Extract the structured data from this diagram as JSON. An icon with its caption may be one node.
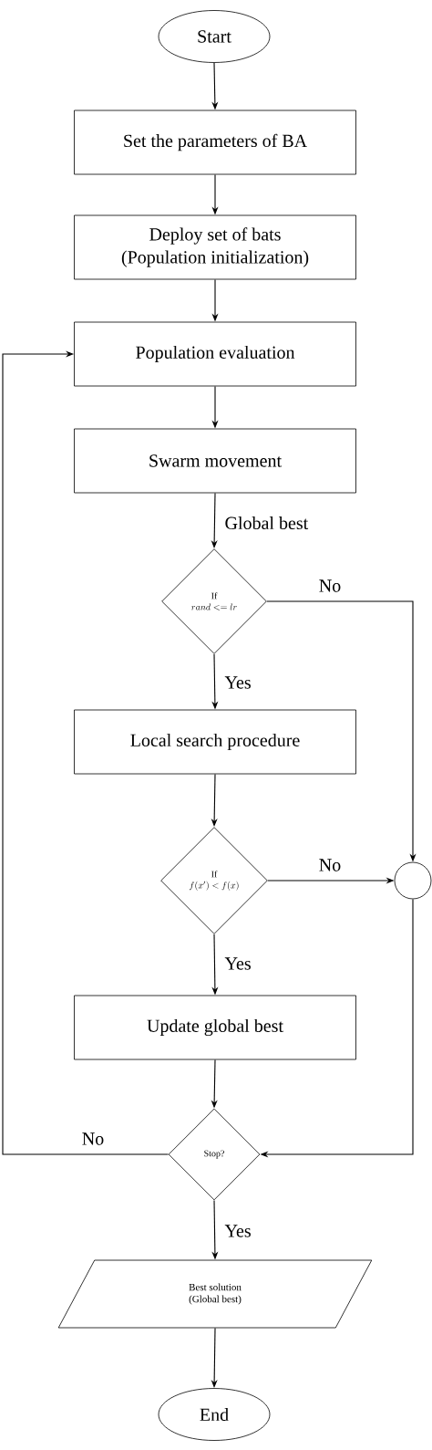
{
  "diagram": {
    "nodes": [
      {
        "text": [
          "Start"
        ]
      },
      {
        "text": [
          "Set the parameters of BA"
        ]
      },
      {
        "text": [
          "Deploy set of bats",
          "(Population initialization)"
        ]
      },
      {
        "text": [
          "Population evaluation"
        ]
      },
      {
        "text": [
          "Swarm movement"
        ]
      },
      {
        "text": [
          "If",
          "rand <= lr"
        ]
      },
      {
        "text": [
          "Local search procedure"
        ]
      },
      {
        "text": [
          "If",
          "f(x') < f(x)"
        ]
      },
      {
        "text": [],
        "shape": "circle"
      },
      {
        "text": [
          "Update global best"
        ]
      },
      {
        "text": [
          "Stop?"
        ]
      },
      {
        "text": [
          "Best solution",
          "(Global best)"
        ]
      },
      {
        "text": [
          "End"
        ]
      }
    ],
    "edges": [
      {
        "from": 0,
        "to": 1,
        "arrow": "to"
      },
      {
        "from": 1,
        "to": 2,
        "arrow": "to"
      },
      {
        "from": 2,
        "to": 3,
        "arrow": "to"
      },
      {
        "from": 3,
        "to": 4,
        "arrow": "to"
      },
      {
        "from": 4,
        "to": 5,
        "arrow": "to",
        "label": "Global best"
      },
      {
        "from": 5,
        "to": 6,
        "arrow": "to",
        "label": "Yes"
      },
      {
        "from": 5,
        "to": 8,
        "arrow": "to",
        "label": "No"
      },
      {
        "from": 6,
        "to": 7,
        "arrow": "to"
      },
      {
        "from": 7,
        "to": 9,
        "arrow": "to",
        "label": "Yes"
      },
      {
        "from": 7,
        "to": 8,
        "arrow": "to",
        "label": "No"
      },
      {
        "from": 9,
        "to": 10,
        "arrow": "to"
      },
      {
        "from": 8,
        "to": 10,
        "arrow": "to"
      },
      {
        "from": 10,
        "to": 3,
        "arrow": "to",
        "label": "No"
      },
      {
        "from": 10,
        "to": 11,
        "arrow": "to",
        "label": "Yes"
      },
      {
        "from": 11,
        "to": 12,
        "arrow": "to"
      }
    ]
  }
}
